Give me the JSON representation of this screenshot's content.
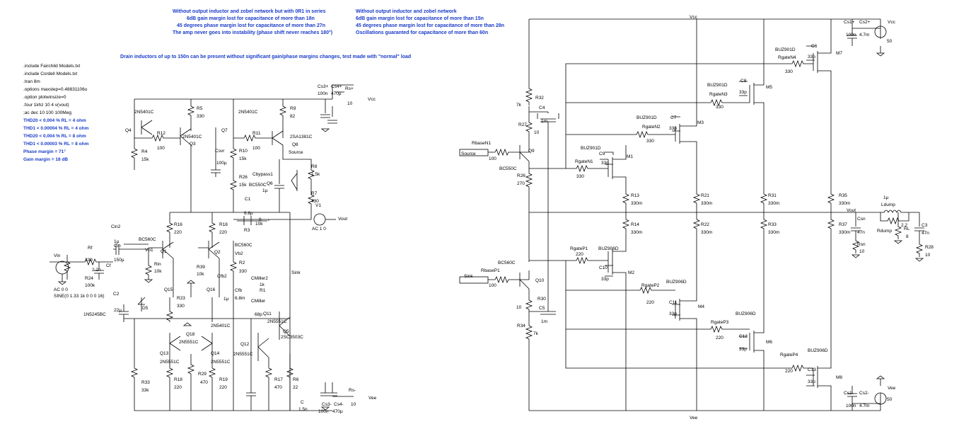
{
  "notes": {
    "series_or1": [
      "Without output inductor and zobel network but with 0R1 in series",
      "6dB gain margin lost for capacitance of more than 18n",
      "45 degrees phase margin lost for capacitance of more than 27n",
      "The amp never goes into instability (phase shift never reaches 180°)"
    ],
    "plain": [
      "Without output inductor and zobel network",
      "6dB gain margin lost for capacitance of more than 15n",
      "45 degrees phase margin lost for capacitance of more than 28n",
      "Oscillations guaranted for capacitance of more than 60n"
    ],
    "drain": "Drain inductors of up to 150n can be present without significant gain/phase margins changes, test made with \"normal\" load"
  },
  "directives": [
    ".include Fairchild Models.txt",
    ".include Cordell Models.txt",
    ".tran 8m",
    ".options maxstep=0.48831106u",
    ".option plotwinsize=0",
    ".four 1khz 10 4 v(vout)",
    ";ac dec 10 100 100Meg"
  ],
  "results": [
    "THD20 < 0.004 % RL = 4 ohm",
    "THD1 < 0.00004 % RL = 4 ohm",
    "THD20 < 0.004 % RL = 8 ohm",
    "THD1 < 0.00003 % RL = 8 ohm",
    "Phase margin = 71°",
    "Gain margin = 18 dB"
  ],
  "labels": {
    "Q4": "Q4",
    "Q4m": "2N5401C",
    "R4": "R4",
    "R4v": "15k",
    "R12": "R12",
    "R12v": "100",
    "R5": "R5",
    "R5v": "330",
    "Q3m": "2N5401C",
    "Q3": "Q3",
    "Q7": "Q7",
    "Q7m": "2N5401C",
    "R11": "R11",
    "R11v": "100",
    "R9": "R9",
    "R9v": "82",
    "Q8m": "2SA1381C",
    "Q8": "Q8",
    "Q8n": "Source",
    "Csvr": "Csvr",
    "Csvrv": "100µ",
    "R10": "R10",
    "R10v": "15k",
    "R26": "R26",
    "R26v": "15k",
    "Cbyp": "Cbypass1",
    "Cbypv": "1µ",
    "Q6": "Q6",
    "Q6m": "BC550C",
    "R8": "R8",
    "R8v": "1.5k",
    "R7": "R7",
    "R7v": "430",
    "Cs3": "Cs3+",
    "Cs3v": "100n",
    "Cs4": "Cs4+",
    "Cs4v": "470µ",
    "Rsp": "Rs+",
    "Rspv": "10",
    "Vcc": "Vcc",
    "C1": "C1",
    "C1v": "6.8p",
    "R3": "R3",
    "R3v": "10k",
    "R3n": "8",
    "V1": "V1",
    "V1v": "AC 1 0",
    "Vout": "Vout",
    "R16": "R16",
    "R16v": "220",
    "R18": "R18",
    "R18v": "220",
    "Q1m": "BC560C",
    "Q1": "Q1",
    "Vb1": "Vb1",
    "Q2": "Q2",
    "Q2m": "BC560C",
    "Vb2": "Vb2",
    "Cin2": "Cin2",
    "Cin2v": "1µ",
    "Cin": "Cin",
    "Cinv": "150µ",
    "Rf": "Rf",
    "Rfv": "330",
    "Cf": "Cf",
    "Cfv": "2.2n",
    "R24": "R24",
    "R24v": "100k",
    "Vin": "Vin",
    "Vinv": "AC 0 0",
    "Vins": "SINE(0 1.33 1k 0 0 0 16)",
    "Rin": "Rin",
    "Rinv": "10k",
    "R39": "R39",
    "R39v": "10k",
    "Q15": "Q15",
    "Q16": "Q16",
    "R23": "R23",
    "R23v": "330",
    "Q16m": "2N5401C",
    "R2": "R2",
    "R2v": "330",
    "Cfb2": "Cfb2",
    "Cfb2v": "1µ",
    "Cfb": "Cfb",
    "Cfbv": "6.8m",
    "Sink": "Sink",
    "CM2": "CMiller2",
    "CM2v": "1k",
    "R1": "R1",
    "CM": "CMiller",
    "CMv": "68p",
    "Q11": "Q11",
    "Q11m": "2N5551C",
    "C2": "C2",
    "C2v": "22µ",
    "D5": "D5",
    "D5m": "1N5245BC",
    "Q18": "Q18",
    "Q18m": "2N5551C",
    "Q13": "Q13",
    "Q13m": "2N5551C",
    "Q14": "Q14",
    "Q14m": "2N5551C",
    "Q12": "Q12",
    "Q12m": "2N5551C",
    "Q5": "Q5",
    "Q5m": "2SC3503C",
    "R33": "R33",
    "R33v": "33k",
    "R18b": "R18",
    "R18bv": "220",
    "R29": "R29",
    "R29v": "470",
    "R19": "R19",
    "R19v": "220",
    "R17": "R17",
    "R17v": "470",
    "R6": "R6",
    "R6v": "22",
    "Cc": "C",
    "Ccv": "1.5n",
    "Cs3m": "Cs3-",
    "Cs3mv": "100n",
    "Cs4m": "Cs4-",
    "Cs4mv": "470µ",
    "Rsm": "Rs-",
    "Rsmv": "10",
    "Vee": "Vee",
    "VccT": "Vcc",
    "VeeB": "Vee",
    "R32": "R32",
    "R32v": "7k",
    "C4": "C4",
    "C4v": "1m",
    "R27": "R27",
    "R27v": "10",
    "RbN": "RbaseN1",
    "RbNv": "100",
    "Src": "Source",
    "Q9": "Q9",
    "Q9m": "BC550C",
    "R26b": "R26",
    "R26bv": "270",
    "BN1": "BUZ901D",
    "C9": "C9",
    "C9v": "33p",
    "M1": "M1",
    "RgN1": "RgateN1",
    "RgN1v": "330",
    "BN2": "BUZ901D",
    "C7": "C7",
    "C7v": "33p",
    "M3": "M3",
    "RgN2": "RgateN2",
    "RgN2v": "330",
    "BN3": "BUZ901D",
    "C8": "C8",
    "C8v": "33p",
    "M5": "M5",
    "RgN3": "RgateN3",
    "RgN3v": "330",
    "BN4": "BUZ901D",
    "C6": "C6",
    "C6v": "33p",
    "M7": "M7",
    "RgN4": "RgateN4",
    "RgN4v": "330",
    "Cs1": "Cs1+",
    "Cs1v": "100n",
    "Cs2": "Cs2+",
    "Cs2v": "4.7m",
    "VccR": "Vcc",
    "VccRv": "50",
    "R13": "R13",
    "R13v": "330m",
    "R21": "R21",
    "R21v": "330m",
    "R31": "R31",
    "R31v": "330m",
    "R35": "R35",
    "R35v": "330m",
    "R14": "R14",
    "R14v": "330m",
    "R22": "R22",
    "R22v": "330m",
    "R33b": "R33",
    "R33bv": "330m",
    "R37": "R37",
    "R37v": "330m",
    "Csn": "Csn",
    "Csnv": "47n",
    "Rsn": "Rsn",
    "Rsnv": "10",
    "Ld": "Ldump",
    "Ldv": "1µ",
    "Rd": "Rdump",
    "Rdv": "2.2",
    "RL": "RL",
    "RLv": "8",
    "C3": "C3",
    "C3v": "47n",
    "R28": "R28",
    "R28v": "10",
    "VoutR": "Vout",
    "Q10m": "BC560C",
    "Q10": "Q10",
    "RbP": "RbaseP1",
    "RbPv": "100",
    "Snk": "Sink",
    "R30": "R30",
    "R30v": "10",
    "C5": "C5",
    "C5v": "1m",
    "R34": "R34",
    "R34v": "7k",
    "RgP1": "RgateP1",
    "RgP1v": "220",
    "BP1": "BUZ906D",
    "C10": "C10",
    "C10v": "33p",
    "M2": "M2",
    "RgP2": "RgateP2",
    "RgP2v": "220",
    "BP2": "BUZ906D",
    "C11": "C11",
    "C11v": "33p",
    "M4": "M4",
    "RgP3": "RgateP3",
    "RgP3v": "220",
    "BP3": "BUZ906D",
    "C12": "C12",
    "C12v": "33p",
    "M6": "M6",
    "RgP4": "RgateP4",
    "RgP4v": "220",
    "BP4": "BUZ906D",
    "C13": "C13",
    "C13v": "33p",
    "M8": "M8",
    "Cs1m": "Cs1-",
    "Cs1mv": "100n",
    "Cs2m": "Cs2-",
    "Cs2mv": "4.7m",
    "VeeR": "Vee",
    "VeeRv": "50"
  }
}
